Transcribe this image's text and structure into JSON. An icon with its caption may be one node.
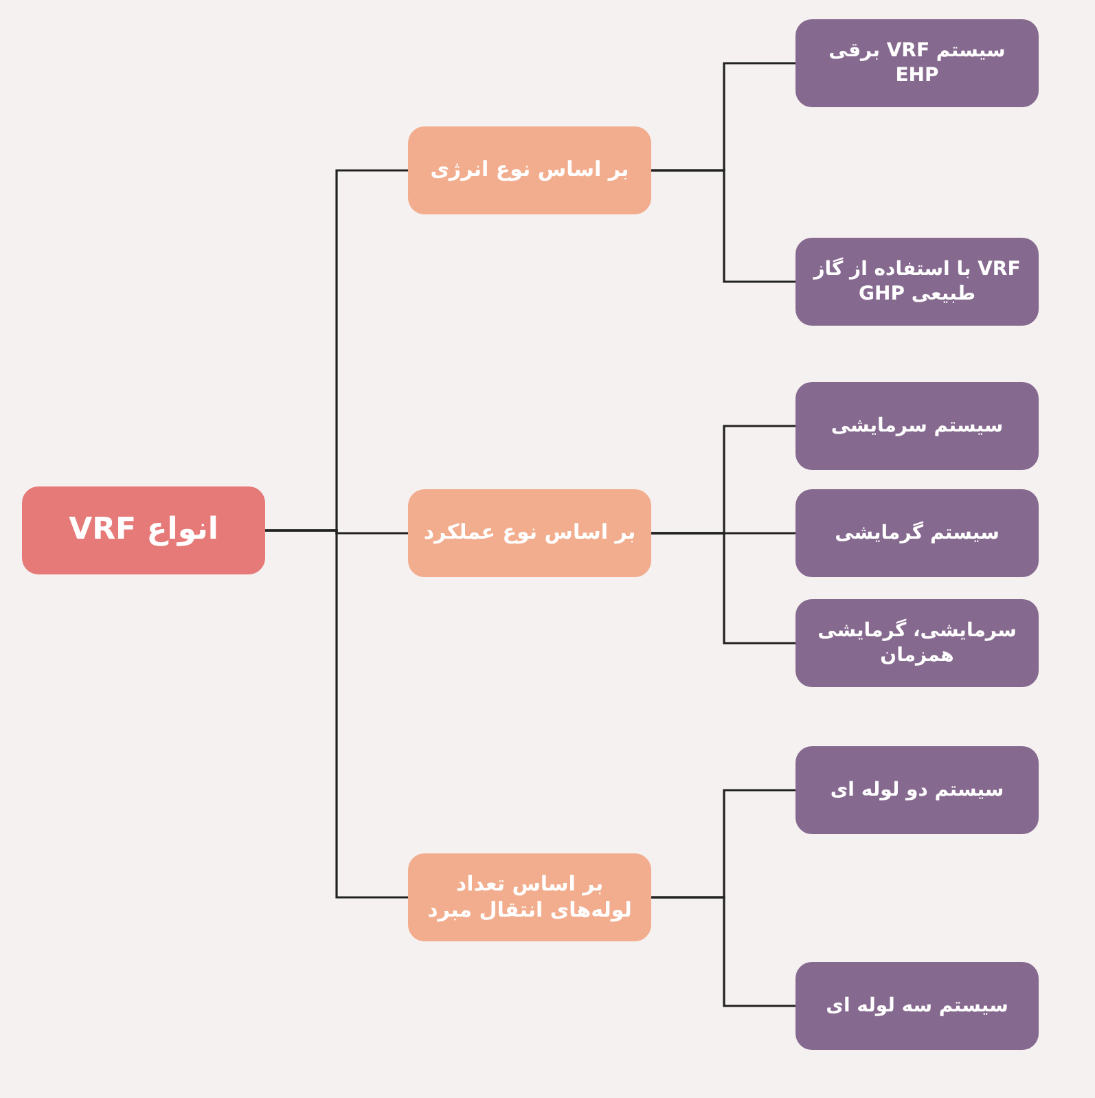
{
  "diagram": {
    "nodes": [
      {
        "text": [
          "انواع VRF"
        ]
      },
      {
        "text": [
          "بر اساس نوع انرژی"
        ]
      },
      {
        "text": [
          "بر اساس نوع عملکرد"
        ]
      },
      {
        "text": [
          "بر اساس تعداد لوله‌های انتقال مبرد"
        ]
      },
      {
        "text": [
          "سیستم VRF برقی EHP"
        ]
      },
      {
        "text": [
          "VRF با استفاده از گاز طبیعی GHP"
        ]
      },
      {
        "text": [
          "سیستم سرمایشی"
        ]
      },
      {
        "text": [
          "سیستم گرمایشی"
        ]
      },
      {
        "text": [
          "سرمایشی، گرمایشی همزمان"
        ]
      },
      {
        "text": [
          "سیستم دو لوله ای"
        ]
      },
      {
        "text": [
          "سیستم سه لوله ای"
        ]
      }
    ],
    "edges": [
      {
        "from": 0,
        "to": 1,
        "arrow": "none"
      },
      {
        "from": 0,
        "to": 2,
        "arrow": "none"
      },
      {
        "from": 0,
        "to": 3,
        "arrow": "none"
      },
      {
        "from": 1,
        "to": 4,
        "arrow": "none"
      },
      {
        "from": 1,
        "to": 5,
        "arrow": "none"
      },
      {
        "from": 2,
        "to": 6,
        "arrow": "none"
      },
      {
        "from": 2,
        "to": 7,
        "arrow": "none"
      },
      {
        "from": 2,
        "to": 8,
        "arrow": "none"
      },
      {
        "from": 3,
        "to": 9,
        "arrow": "none"
      },
      {
        "from": 3,
        "to": 10,
        "arrow": "none"
      }
    ]
  }
}
